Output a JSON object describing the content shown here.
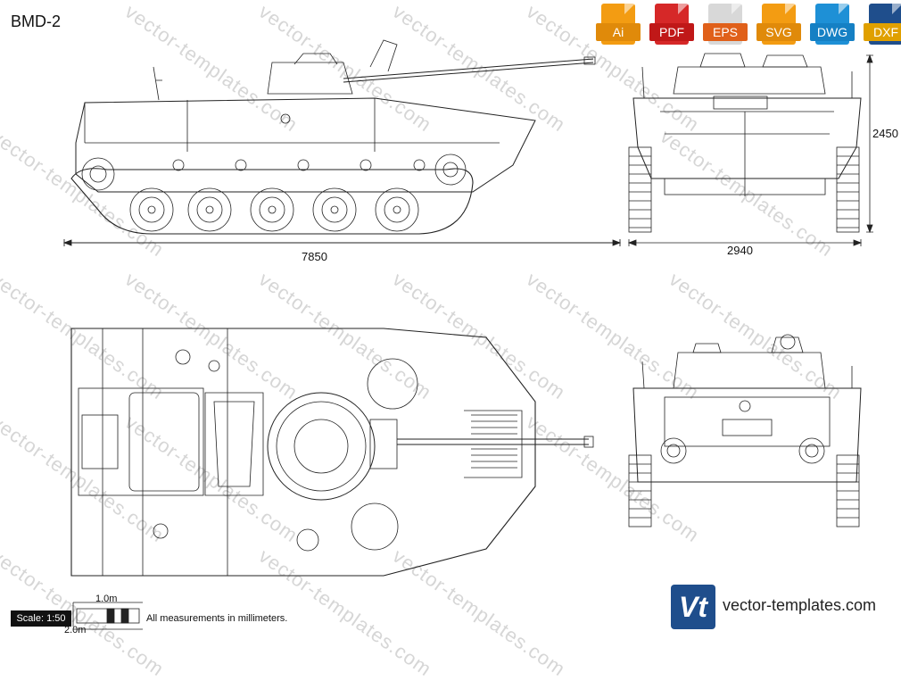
{
  "title": "BMD-2",
  "formats": [
    {
      "label": "Ai",
      "color": "#f39c12"
    },
    {
      "label": "PDF",
      "color": "#d62828"
    },
    {
      "label": "EPS",
      "color": "#cfcfcf"
    },
    {
      "label": "SVG",
      "color": "#f39c12"
    },
    {
      "label": "DWG",
      "color": "#1e90d6"
    },
    {
      "label": "DXF",
      "color": "#1f4e8c"
    }
  ],
  "dimensions": {
    "length": "7850",
    "width": "2940",
    "height": "2450"
  },
  "scale": {
    "label": "Scale: 1:50",
    "one_m": "1.0m",
    "two_m": "2.0m",
    "note": "All measurements in millimeters."
  },
  "watermark": "vector-templates.com",
  "brand": {
    "logo": "Vt",
    "site": "vector-templates.com"
  }
}
